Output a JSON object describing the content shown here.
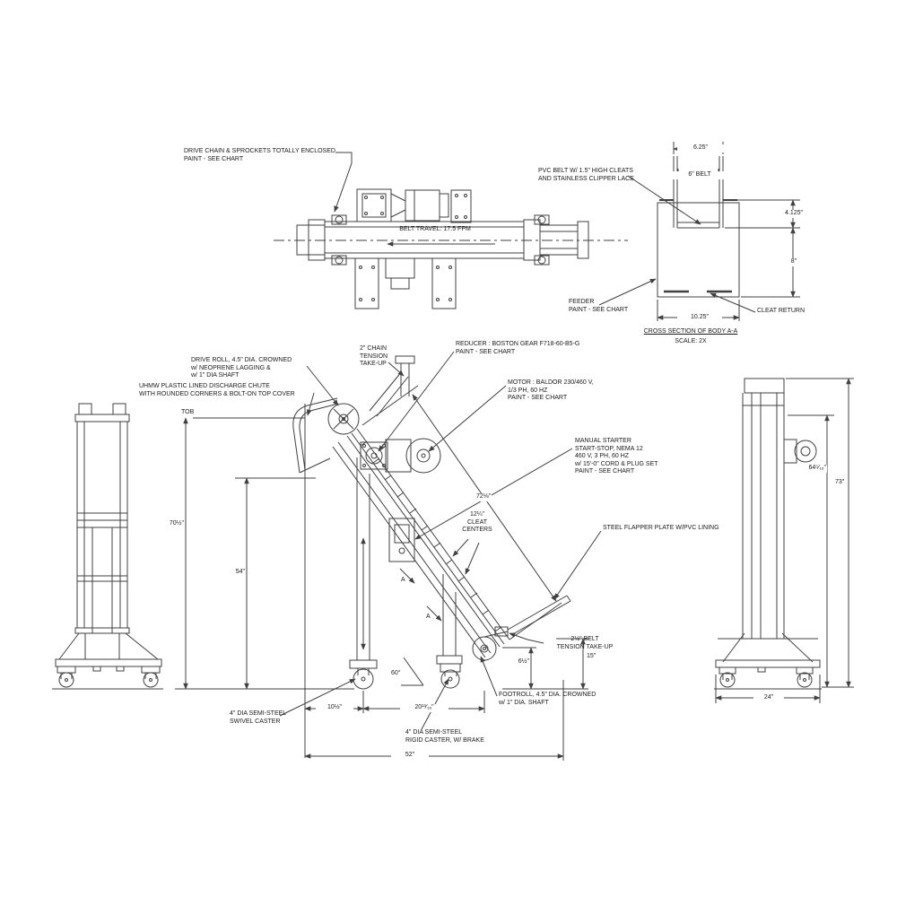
{
  "drawing": {
    "notes": {
      "drive_chain": "DRIVE CHAIN & SPROCKETS TOTALLY ENCLOSED\nPAINT - SEE CHART",
      "pvc_belt": "PVC BELT W/ 1.5\" HIGH CLEATS\nAND STAINLESS CLIPPER LACE",
      "feeder": "FEEDER\nPAINT - SEE CHART",
      "cleat_return": "CLEAT RETURN",
      "drive_roll": "DRIVE ROLL, 4.5\" DIA. CROWNED\nw/ NEOPRENE LAGGING &\nw/ 1\" DIA SHAFT",
      "discharge_chute": "UHMW PLASTIC LINED DISCHARGE CHUTE\nWITH ROUNDED CORNERS & BOLT-ON TOP COVER",
      "chain_takeup": "2\" CHAIN\nTENSION\nTAKE-UP",
      "reducer": "REDUCER : BOSTON GEAR F718-60-B5-G\nPAINT - SEE CHART",
      "motor": "MOTOR : BALDOR 230/460 V,\n1/3 PH, 60 HZ\nPAINT - SEE CHART",
      "starter": "MANUAL STARTER\nSTART-STOP, NEMA 12\n460 V, 3 PH, 60 HZ\nw/ 15'-0\" CORD & PLUG SET\nPAINT - SEE CHART",
      "flapper": "STEEL FLAPPER PLATE W/PVC LINING",
      "swivel_caster": "4\" DIA SEMI-STEEL\nSWIVEL CASTER",
      "rigid_caster": "4\" DIA SEMI-STEEL\nRIGID CASTER, W/ BRAKE",
      "footroll": "FOOTROLL, 4.5\" DIA. CROWNED\nw/ 1\" DIA. SHAFT",
      "belt_travel": "BELT TRAVEL: 17.5 FPM",
      "tob": "TOB"
    },
    "dims": {
      "top_opening": "6.25\"",
      "belt_width": "6\" BELT",
      "belt_depth": "4.125\"",
      "body_height": "8\"",
      "body_width": "10.25\"",
      "overall_height": "70½\"",
      "infeed_height": "54\"",
      "belt_length": "72⅛\"",
      "cleat_centers": "12¼\"\nCLEAT\nCENTERS",
      "foot_takeup": "2½\" BELT\nTENSION TAKE-UP",
      "foot_height": "15\"",
      "roll_height": "6½\"",
      "incline_angle": "60°",
      "caster_offset": "10½\"",
      "roll_offset": "20¹³⁄₁₆\"",
      "overall_length": "52\"",
      "side_height_belt": "64⁵⁄₁₆\"",
      "side_height_overall": "73\"",
      "base_width": "24\""
    },
    "cross_section": {
      "title": "CROSS SECTION OF BODY A-A",
      "scale": "SCALE: 2X"
    },
    "markers": {
      "section": "A"
    }
  },
  "colors": {
    "line": "#404040",
    "text": "#1a1a1a",
    "background": "#ffffff"
  }
}
